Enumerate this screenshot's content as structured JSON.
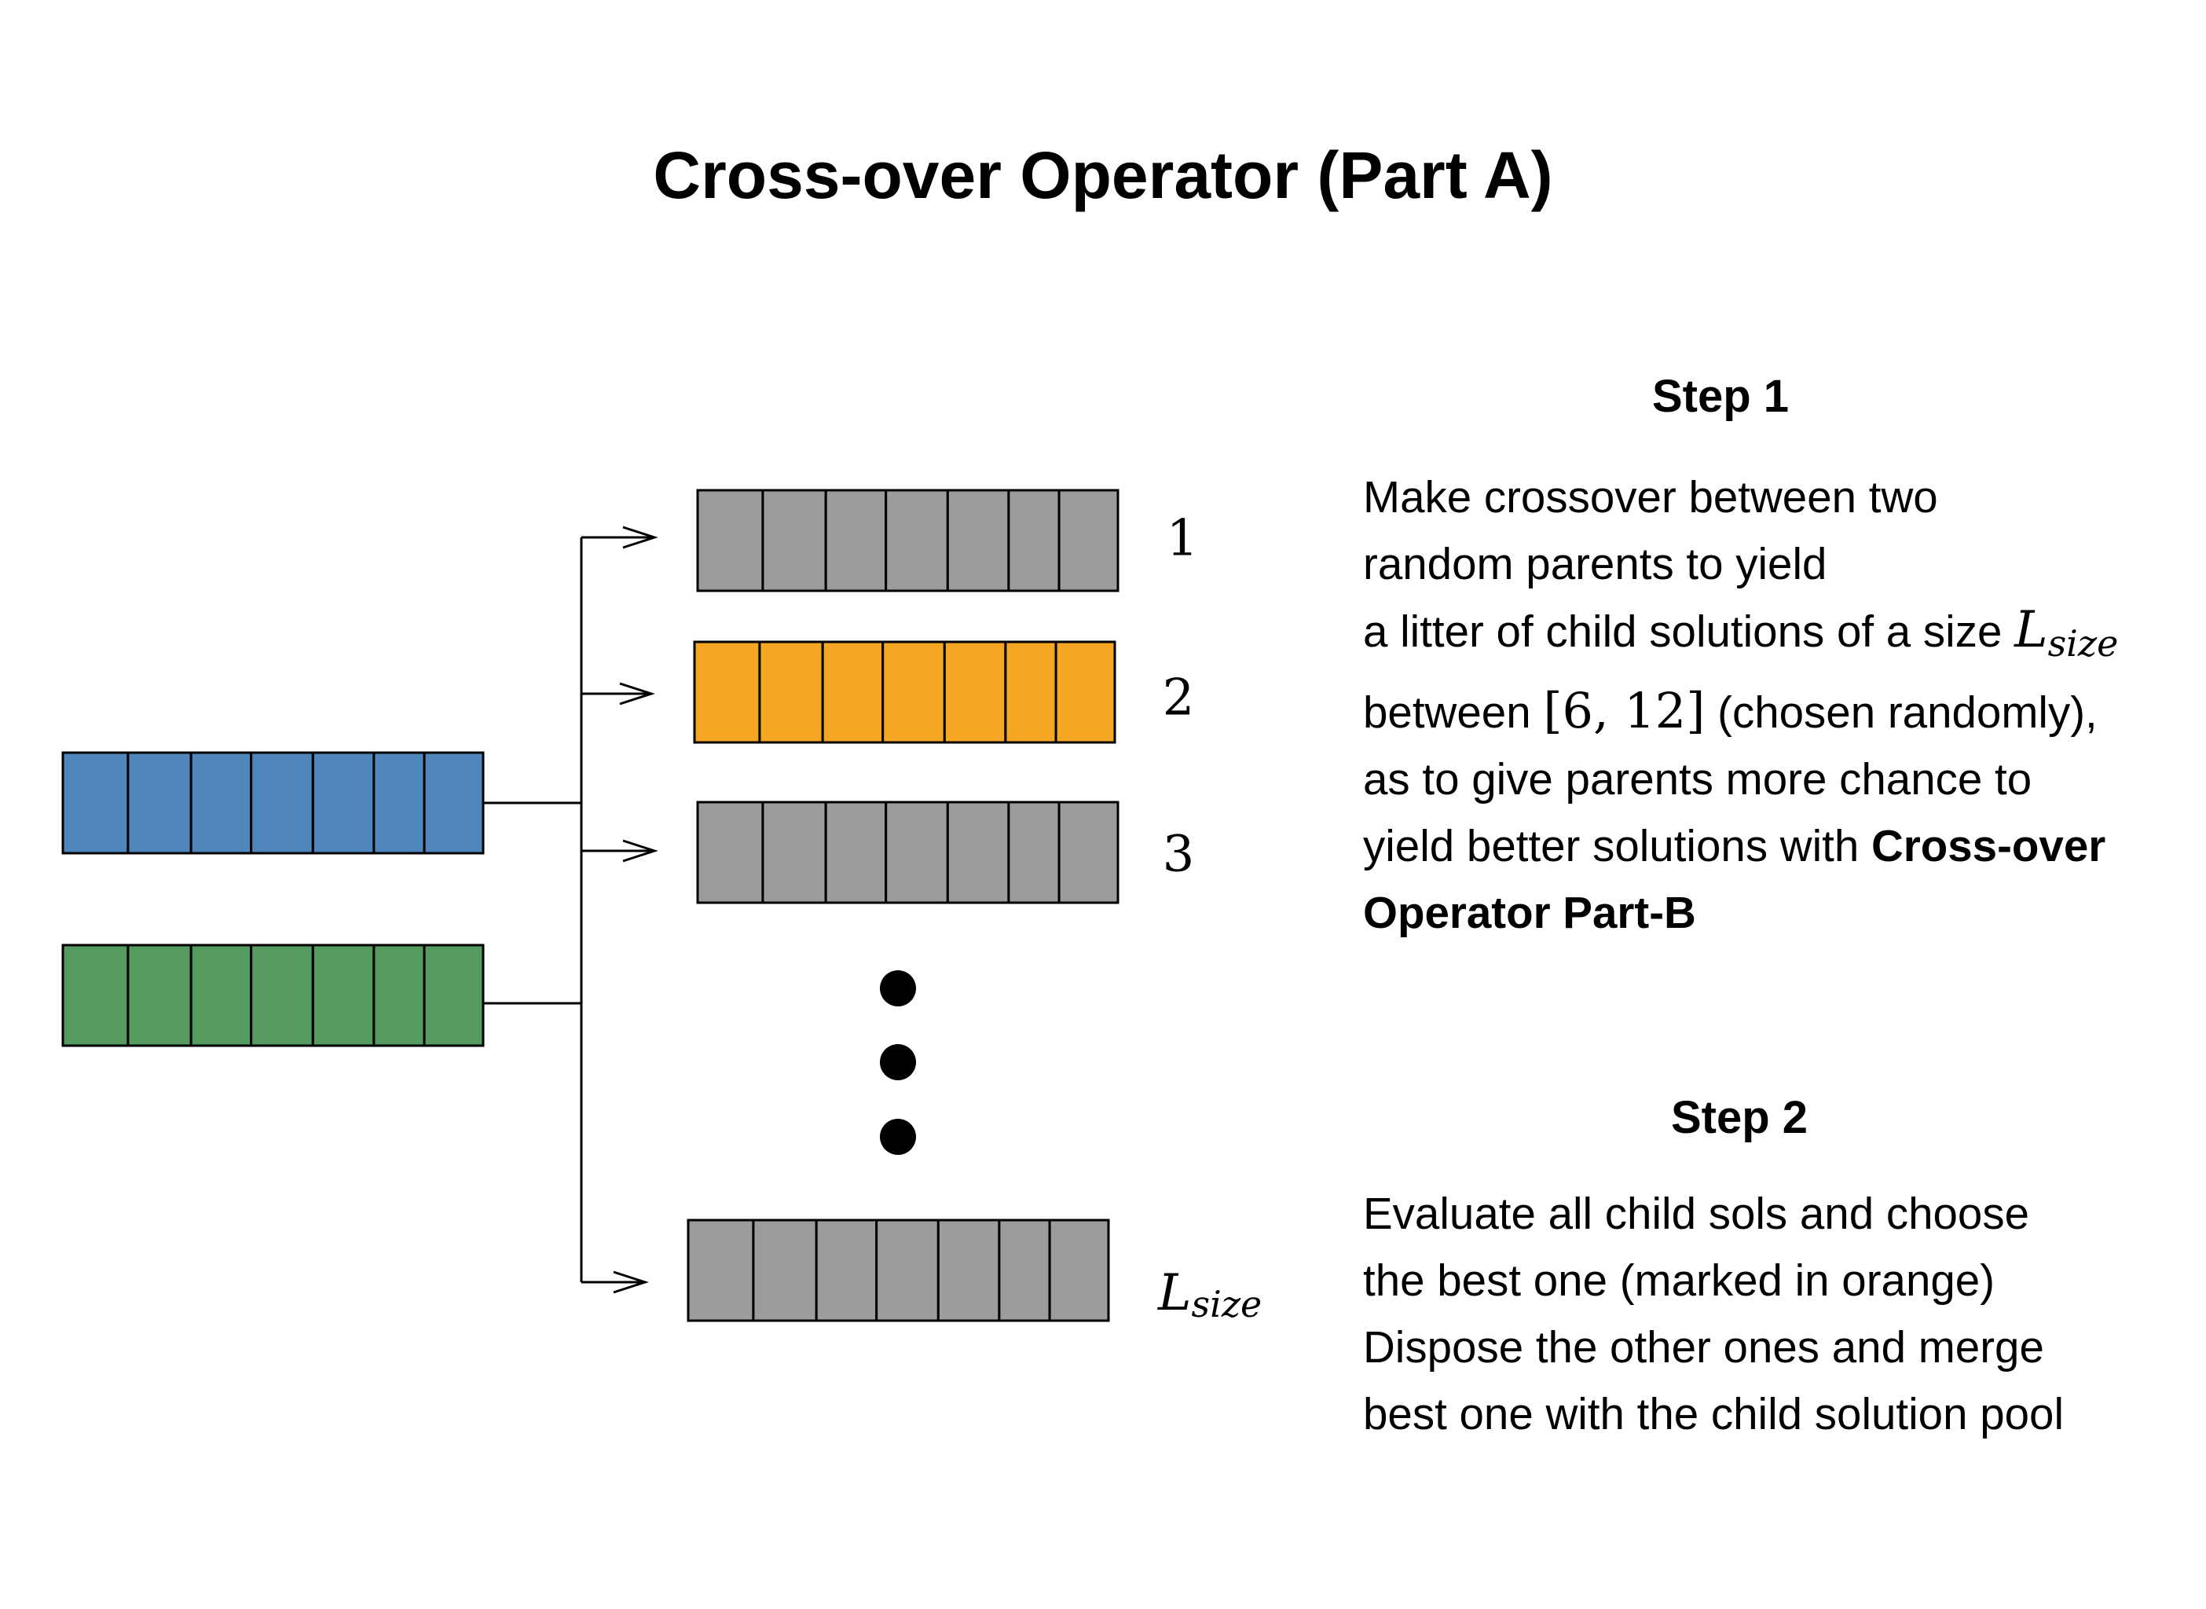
{
  "title": "Cross-over Operator (Part A)",
  "colors": {
    "parent_a": "#4f86bc",
    "parent_b": "#559a5e",
    "child": "#9c9c9c",
    "best_child": "#f5a623",
    "stroke": "#000000"
  },
  "parents": [
    {
      "color": "#4f86bc"
    },
    {
      "color": "#559a5e"
    }
  ],
  "children": [
    {
      "label": "1",
      "best": false
    },
    {
      "label": "2",
      "best": true
    },
    {
      "label": "3",
      "best": false
    },
    {
      "label": "L",
      "label_sub": "size",
      "best": false
    }
  ],
  "step1": {
    "heading": "Step 1",
    "line1": "Make crossover between two",
    "line2": "random parents to yield",
    "line3_pre": "a litter of child solutions of a size ",
    "math_L": "L",
    "math_sub": "size",
    "line4_pre": "between ",
    "range": "[6,  12]",
    "line4_post": " (chosen randomly),",
    "line5": "as to give parents more chance to",
    "line6_pre": "yield better solutions with ",
    "bold1": "Cross-over",
    "bold2": "Operator Part-B"
  },
  "step2": {
    "heading": "Step 2",
    "line1": "Evaluate all child sols and choose",
    "line2": "the best one (marked in orange)",
    "line3": "Dispose the other ones and merge",
    "line4": "best one with the child solution pool"
  }
}
